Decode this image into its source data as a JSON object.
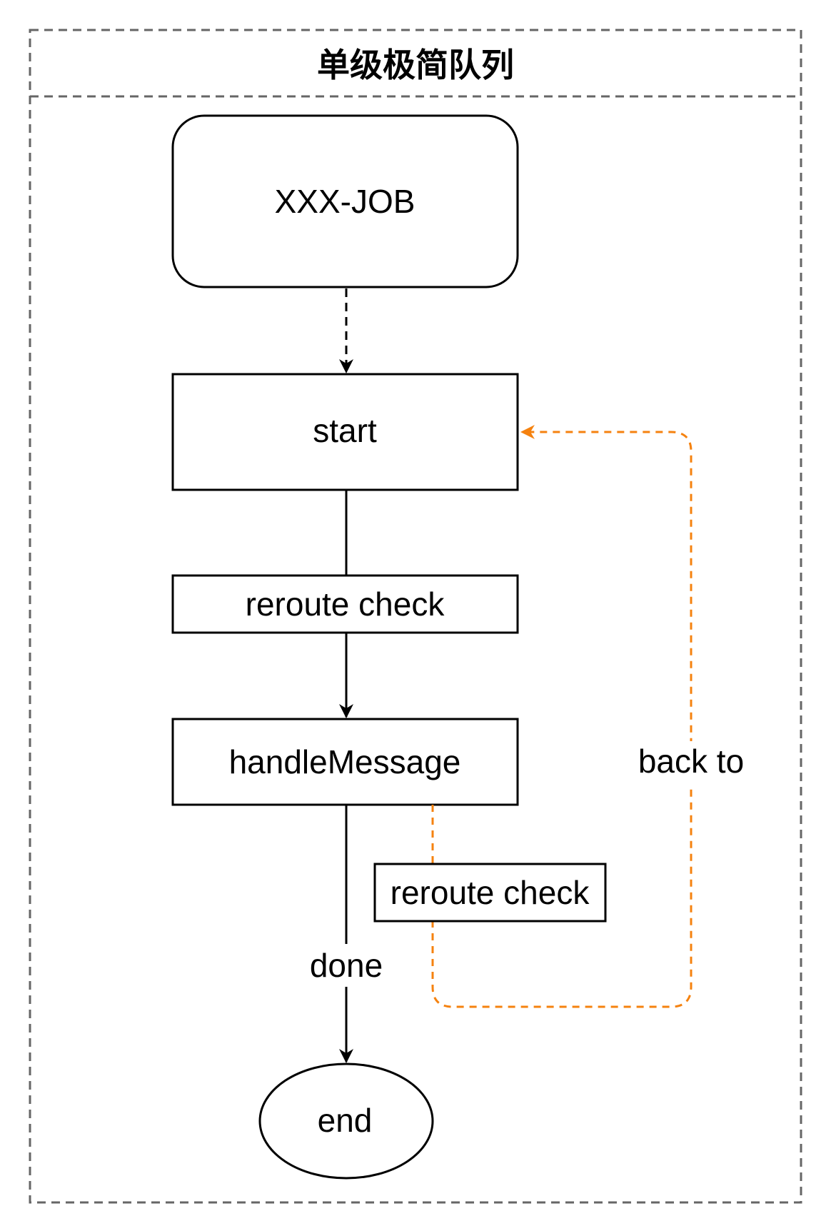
{
  "diagram": {
    "title": "单级极简队列",
    "nodes": {
      "job": "XXX-JOB",
      "start": "start",
      "reroute_check_1": "reroute check",
      "handle_message": "handleMessage",
      "reroute_check_2": "reroute check",
      "end": "end"
    },
    "edge_labels": {
      "done": "done",
      "back_to": "back to"
    },
    "colors": {
      "stroke": "#000000",
      "container_border": "#666666",
      "loop_accent": "#f5820f"
    }
  }
}
